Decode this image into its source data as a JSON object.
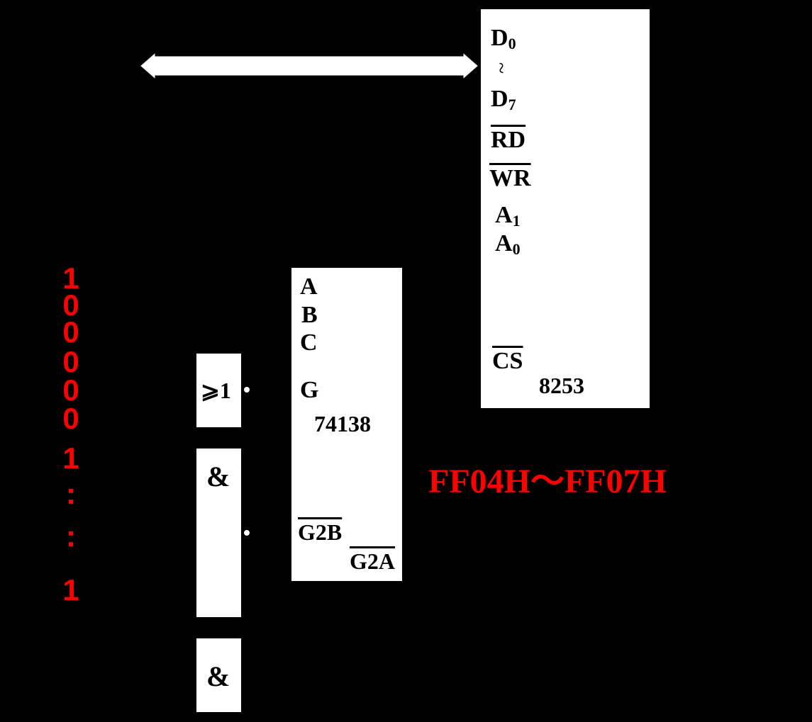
{
  "chip_8253": {
    "name": "8253",
    "pins": {
      "d0": "D",
      "d0_sub": "0",
      "tilde": "~",
      "d7": "D",
      "d7_sub": "7",
      "rd": "RD",
      "wr": "WR",
      "a1": "A",
      "a1_sub": "1",
      "a0": "A",
      "a0_sub": "0",
      "cs": "CS"
    }
  },
  "chip_74138": {
    "name": "74138",
    "pins": {
      "a": "A",
      "b": "B",
      "c": "C",
      "g": "G",
      "g2b": "G2B",
      "g2a": "G2A"
    }
  },
  "gates": {
    "or_label": "⩾1",
    "and1_label": "&",
    "and2_label": "&"
  },
  "address_bits": [
    "1",
    "0",
    "0",
    "0",
    "0",
    "0",
    "1",
    ":",
    ":",
    "1"
  ],
  "address_range": "FF04H～FF07H",
  "colors": {
    "background": "#000000",
    "chip_fill": "#ffffff",
    "annotation": "#ff0000"
  }
}
